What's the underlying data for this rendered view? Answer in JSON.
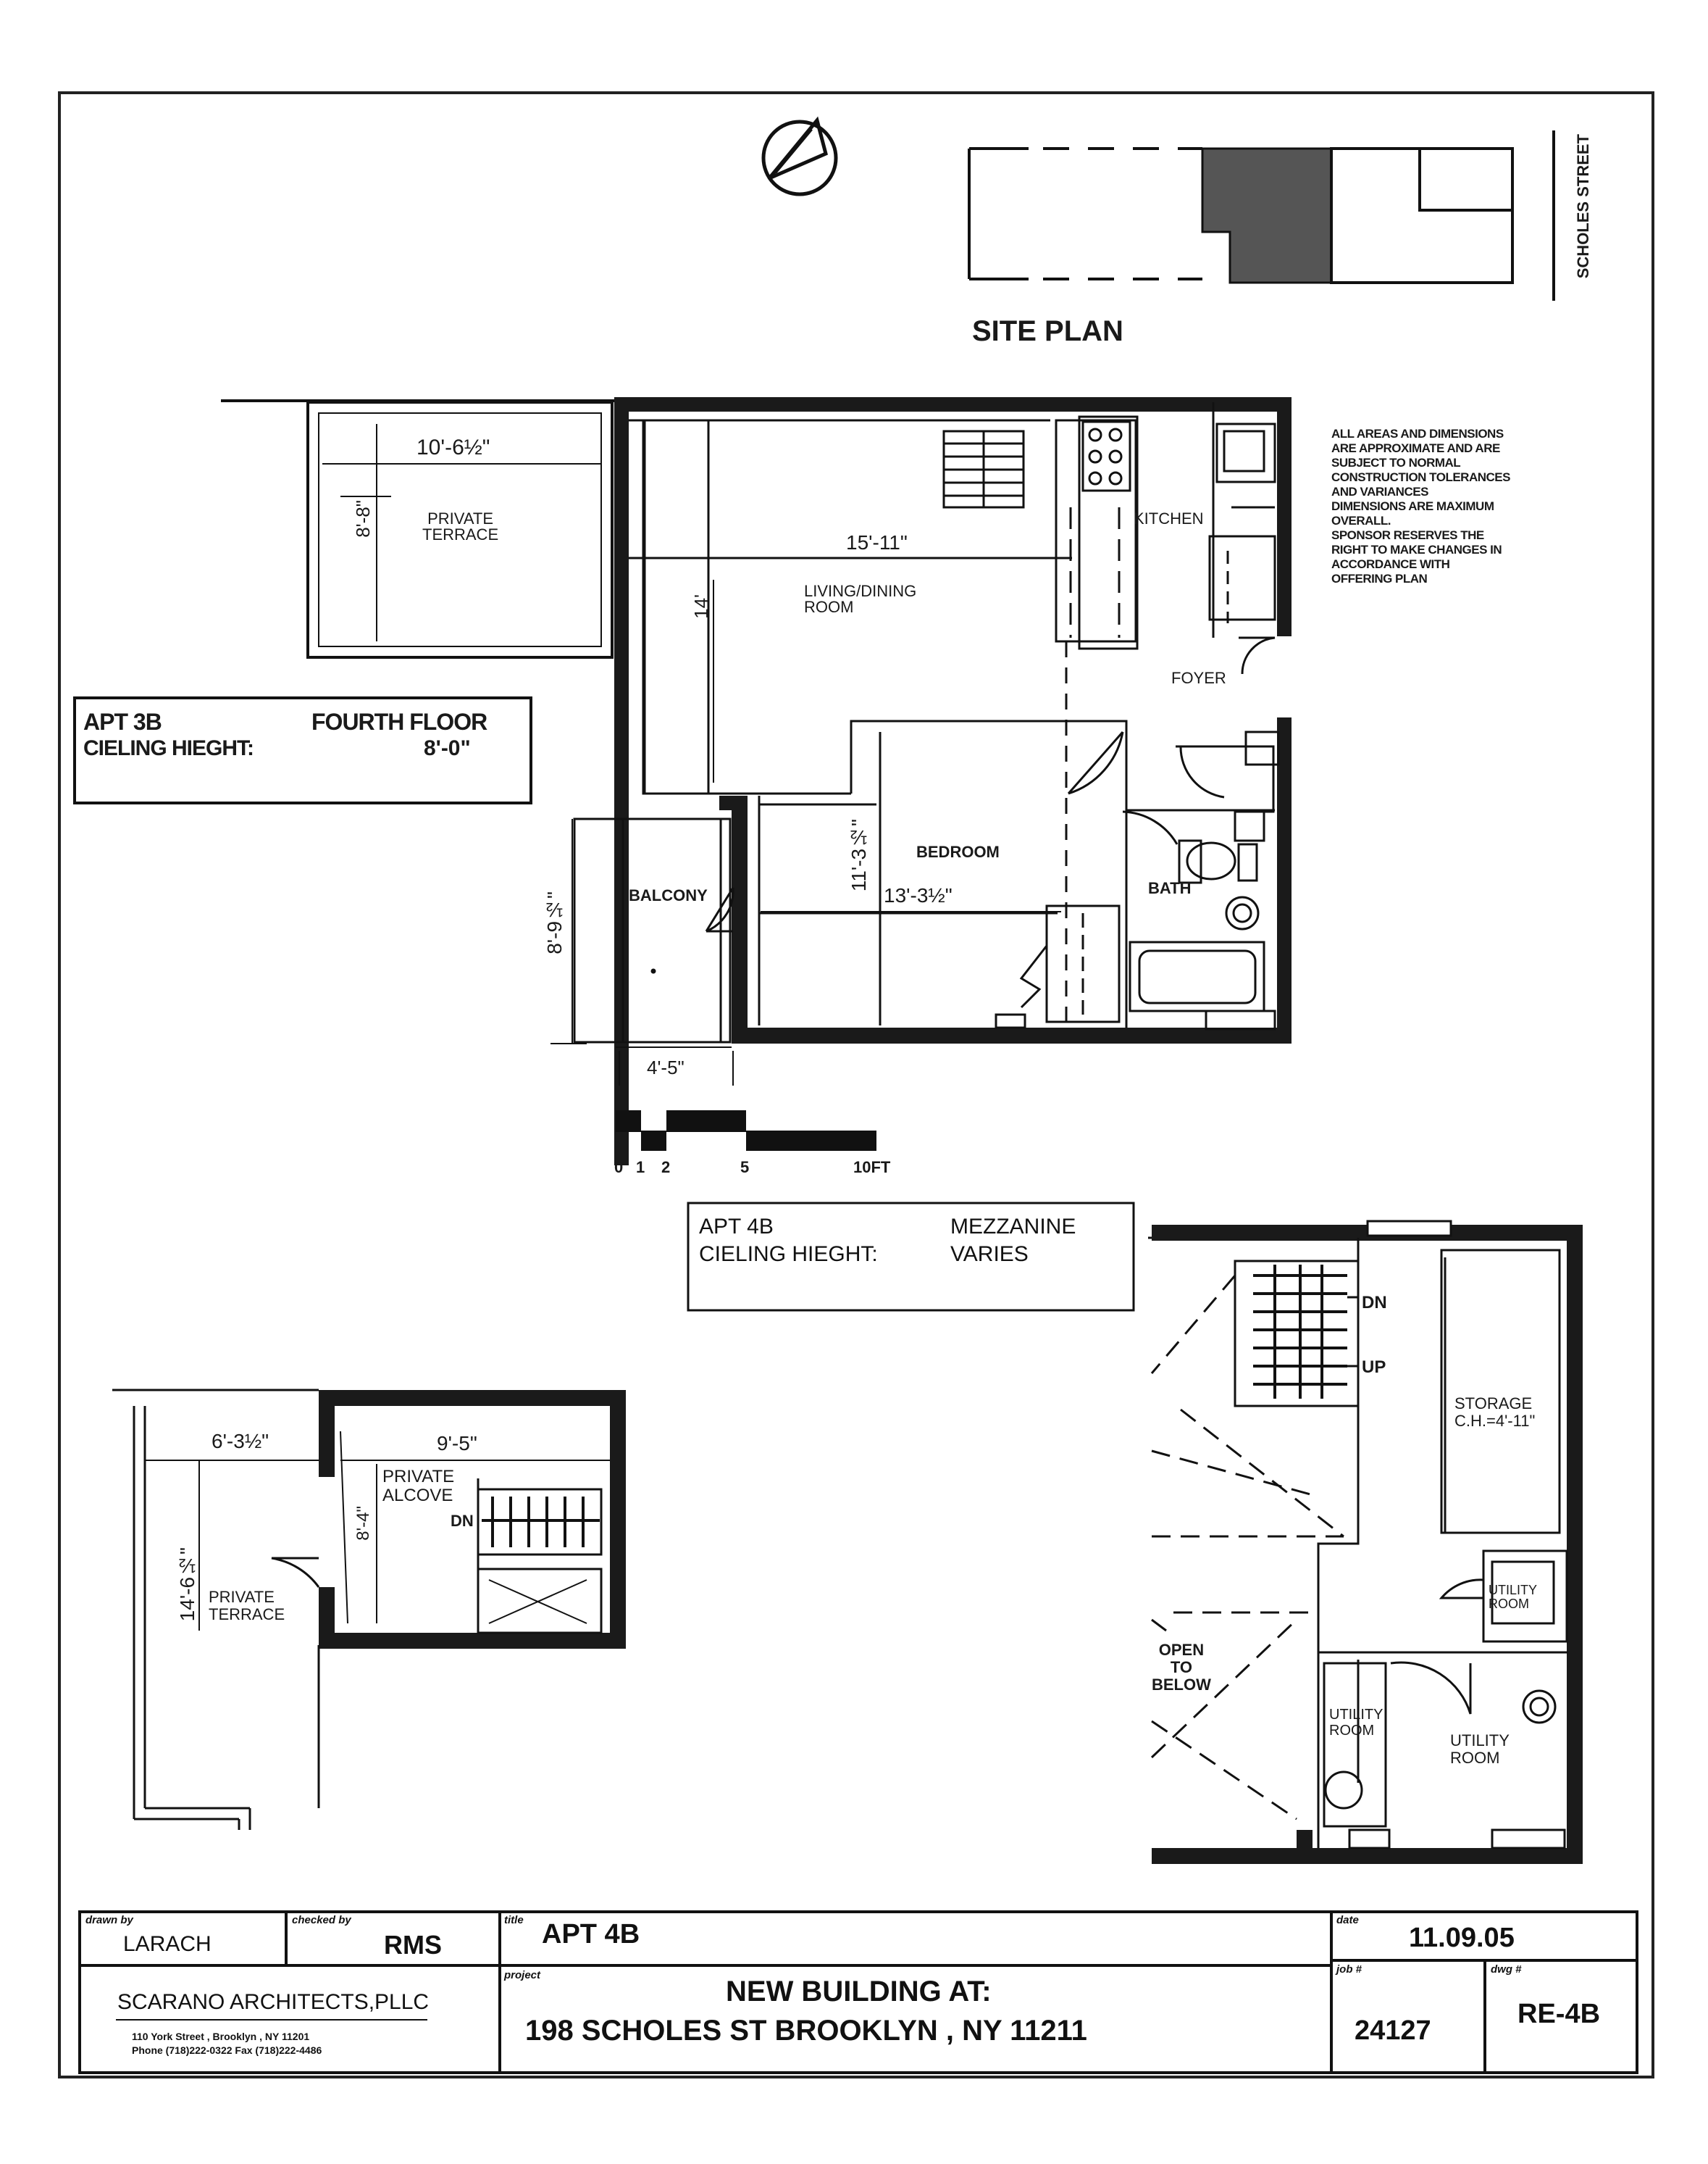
{
  "site_plan": {
    "title": "SITE PLAN",
    "street": "SCHOLES STREET",
    "north": "N"
  },
  "notes": {
    "lines": [
      "ALL AREAS AND DIMENSIONS",
      "ARE APPROXIMATE AND ARE",
      "SUBJECT TO NORMAL",
      "CONSTRUCTION TOLERANCES",
      "AND VARIANCES",
      "DIMENSIONS ARE MAXIMUM",
      "OVERALL.",
      "SPONSOR RESERVES THE",
      "RIGHT TO MAKE CHANGES IN",
      "ACCORDANCE WITH",
      "OFFERING PLAN"
    ]
  },
  "fourth_floor": {
    "info": {
      "apt": "APT 3B",
      "floor": "FOURTH FLOOR",
      "ceiling_label": "CIELING HIEGHT:",
      "ceiling_value": "8'-0\""
    },
    "rooms": {
      "terrace": "PRIVATE\nTERRACE",
      "living": "LIVING/DINING\nROOM",
      "kitchen": "KITCHEN",
      "foyer": "FOYER",
      "bedroom": "BEDROOM",
      "bath": "BATH",
      "balcony": "BALCONY"
    },
    "dims": {
      "terrace_w": "10'-6½\"",
      "terrace_h": "8'-8\"",
      "living_w": "15'-11\"",
      "living_h": "14'",
      "bedroom_h": "11'-3½\"",
      "bedroom_w": "13'-3½\"",
      "balcony_h": "8'-9½\"",
      "balcony_w": "4'-5\""
    }
  },
  "scale_bar": {
    "ticks": [
      "0",
      "1",
      "2",
      "5",
      "10FT"
    ]
  },
  "mezzanine": {
    "info": {
      "apt": "APT 4B",
      "floor": "MEZZANINE",
      "ceiling_label": "CIELING HIEGHT:",
      "ceiling_value": "VARIES"
    },
    "rooms": {
      "dn": "DN",
      "up": "UP",
      "storage": "STORAGE\nC.H.=4'-11\"",
      "utility_small": "UTILITY\nROOM",
      "utility_left": "UTILITY\nROOM",
      "utility_right": "UTILITY\nROOM",
      "open_below": "OPEN\nTO\nBELOW"
    }
  },
  "roof": {
    "rooms": {
      "terrace": "PRIVATE\nTERRACE",
      "alcove": "PRIVATE\nALCOVE",
      "dn": "DN"
    },
    "dims": {
      "terrace_w": "6'-3½\"",
      "alcove_w": "9'-5\"",
      "alcove_h": "8'-4\"",
      "terrace_h": "14'-6½\""
    }
  },
  "title_block": {
    "drawn_by_label": "drawn by",
    "drawn_by": "LARACH",
    "checked_by_label": "checked by",
    "checked_by": "RMS",
    "title_label": "title",
    "title": "APT 4B",
    "date_label": "date",
    "date": "11.09.05",
    "firm": "SCARANO ARCHITECTS,PLLC",
    "address": "110 York Street ,  Brooklyn ,  NY   11201",
    "phone": "Phone (718)222-0322  Fax (718)222-4486",
    "project_label": "project",
    "project_line1": "NEW BUILDING AT:",
    "project_line2": "198 SCHOLES ST BROOKLYN , NY 11211",
    "job_label": "job #",
    "job": "24127",
    "dwg_label": "dwg #",
    "dwg": "RE-4B"
  }
}
